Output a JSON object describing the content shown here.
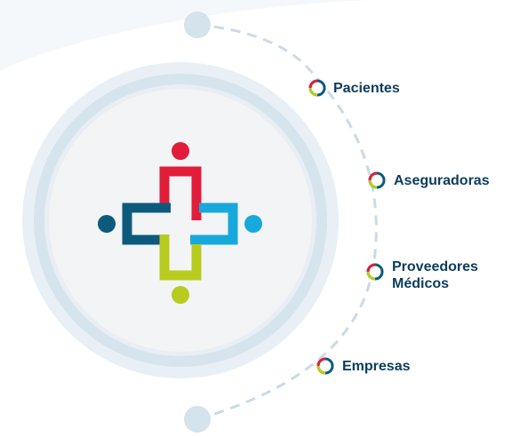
{
  "diagram": {
    "colors": {
      "label_text": "#0b3c5d",
      "ring_outer": "#d9e6ee",
      "ring_inner": "#f2f4f6",
      "dash": "#c9dbe6",
      "node_fill": "#d4e3ec",
      "logo_red": "#e11d3a",
      "logo_navy": "#0e5a7d",
      "logo_cyan": "#18a9dc",
      "logo_green": "#b8cc1f"
    },
    "logo": {
      "icon": "medical-cross-people-icon"
    },
    "items": [
      {
        "label": "Pacientes"
      },
      {
        "label": "Aseguradoras"
      },
      {
        "label": "Proveedores Médicos"
      },
      {
        "label": "Empresas"
      }
    ]
  }
}
